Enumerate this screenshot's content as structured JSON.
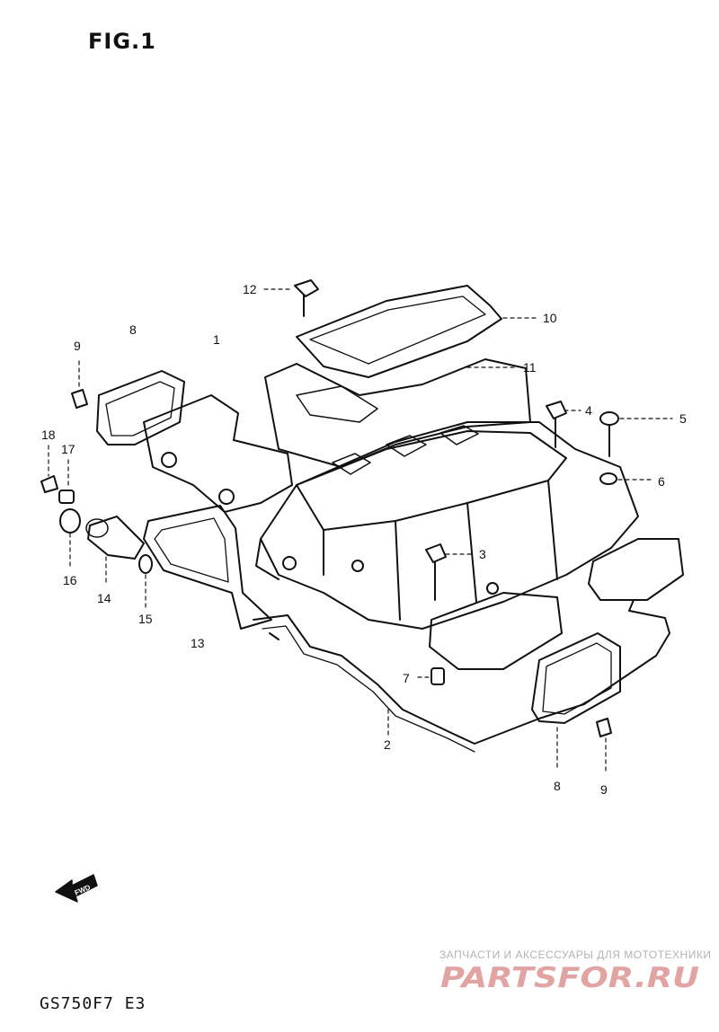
{
  "figure_title": "FIG.1",
  "model_code": "GS750F7 E3",
  "watermark": {
    "caption": "ЗАПЧАСТИ И АКСЕССУАРЫ ДЛЯ МОТОТЕХНИКИ",
    "brand": "PARTSFOR.RU",
    "caption_color": "#b3b3b3",
    "brand_color": "#e2a3a3"
  },
  "direction_arrow": {
    "label": "FWD"
  },
  "callouts": [
    {
      "number": "1"
    },
    {
      "number": "2"
    },
    {
      "number": "3"
    },
    {
      "number": "4"
    },
    {
      "number": "5"
    },
    {
      "number": "6"
    },
    {
      "number": "7"
    },
    {
      "number": "8"
    },
    {
      "number": "8"
    },
    {
      "number": "9"
    },
    {
      "number": "9"
    },
    {
      "number": "10"
    },
    {
      "number": "11"
    },
    {
      "number": "12"
    },
    {
      "number": "13"
    },
    {
      "number": "14"
    },
    {
      "number": "15"
    },
    {
      "number": "16"
    },
    {
      "number": "17"
    },
    {
      "number": "18"
    }
  ]
}
